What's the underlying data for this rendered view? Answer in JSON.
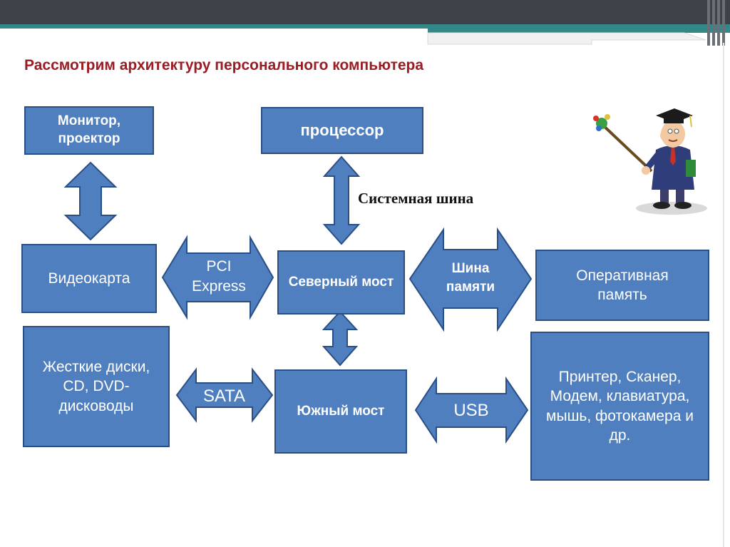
{
  "slide": {
    "title": "Рассмотрим архитектуру персонального компьютера",
    "bus_label": "Системная шина"
  },
  "boxes": {
    "monitor": "Монитор, проектор",
    "cpu": "процессор",
    "videocard": "Видеокарта",
    "northbridge": "Северный мост",
    "ram": "Оперативная память",
    "storage": "Жесткие диски, CD, DVD-дисководы",
    "southbridge": "Южный мост",
    "peripherals": "Принтер, Сканер, Модем, клавиатура, мышь, фотокамера и др."
  },
  "connectors": {
    "pci": "PCI Express",
    "memory_bus": "Шина памяти",
    "sata": "SATA",
    "usb": "USB"
  },
  "icons": {
    "mascot": "professor-with-pointer-icon"
  },
  "colors": {
    "box_fill": "#4f7fbf",
    "box_border": "#2a4f86",
    "title": "#9b1c22",
    "header_bar": "#3d4248",
    "header_band": "#35888a"
  }
}
